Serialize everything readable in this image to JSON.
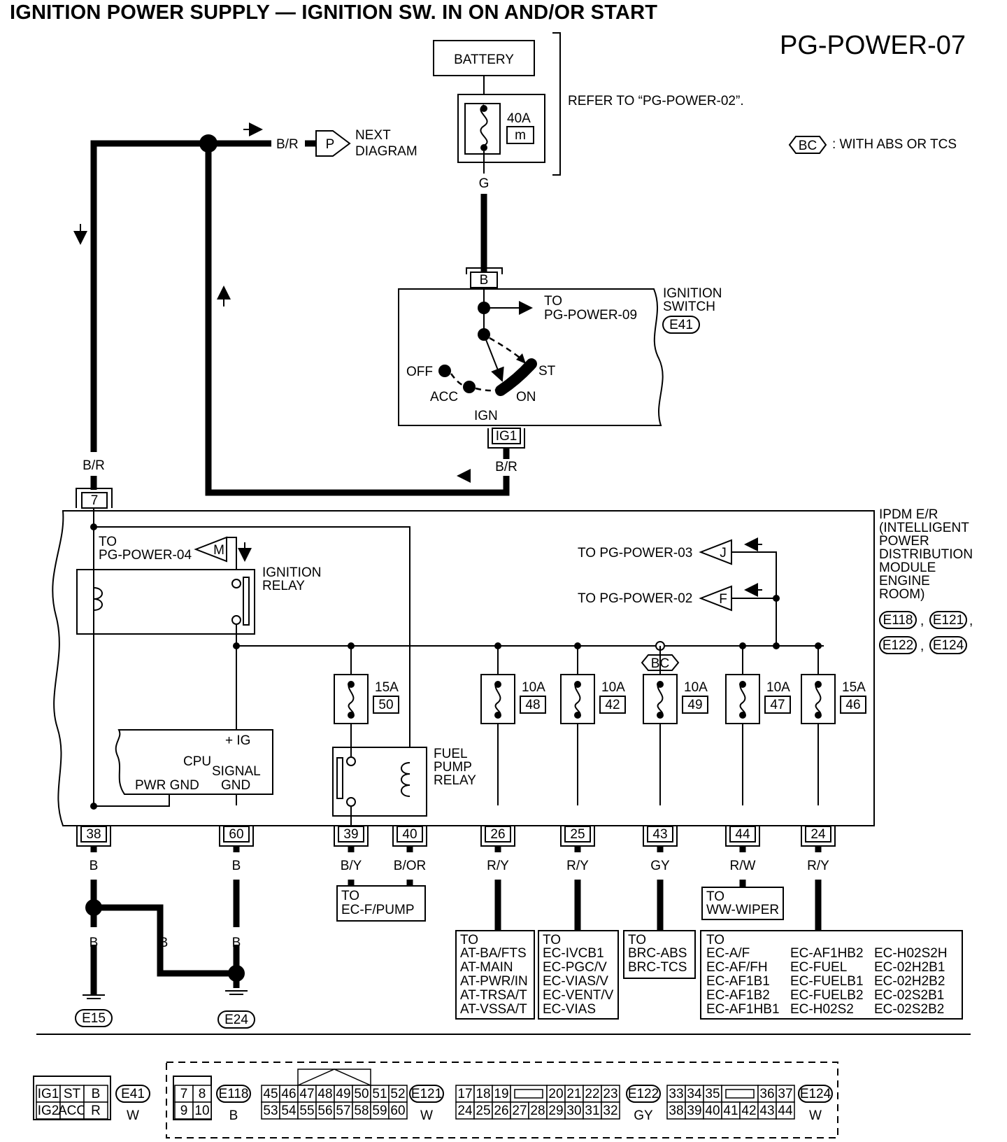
{
  "title": "IGNITION POWER SUPPLY — IGNITION SW. IN ON AND/OR START",
  "diagram_code": "PG-POWER-07",
  "legend": {
    "symbol": "BC",
    "text": ": WITH ABS OR TCS"
  },
  "battery": {
    "label": "BATTERY",
    "fuse_amp": "40A",
    "fuse_id": "m",
    "refer": "REFER TO “PG-POWER-02”.",
    "wire": "G"
  },
  "next_diagram": {
    "wire": "B/R",
    "connector": "P",
    "line1": "NEXT",
    "line2": "DIAGRAM"
  },
  "ignition_switch": {
    "line1": "IGNITION",
    "line2": "SWITCH",
    "connector": "E41",
    "terminal_in": "B",
    "terminal_out": "IG1",
    "to1": "TO",
    "to2": "PG-POWER-09",
    "positions": {
      "off": "OFF",
      "acc": "ACC",
      "ign": "IGN",
      "on": "ON",
      "st": "ST"
    },
    "wire_out": "B/R"
  },
  "left_wire": "B/R",
  "ipdm": {
    "lines": [
      "IPDM E/R",
      "(INTELLIGENT",
      "POWER",
      "DISTRIBUTION",
      "MODULE",
      "ENGINE",
      "ROOM)"
    ],
    "connectors": [
      "E118",
      "E121",
      "E122",
      "E124"
    ],
    "sep": ",",
    "terminal_7": "7",
    "to_power04_1": "TO",
    "to_power04_2": "PG-POWER-04",
    "conn_M": "M",
    "ign_relay_1": "IGNITION",
    "ign_relay_2": "RELAY",
    "to_power03": "TO PG-POWER-03",
    "conn_J": "J",
    "to_power02": "TO PG-POWER-02",
    "conn_F": "F",
    "cpu": {
      "ig": "+ IG",
      "cpu": "CPU",
      "signal": "SIGNAL",
      "pwr_gnd": "PWR GND",
      "gnd": "GND"
    },
    "fuel_relay": [
      "FUEL",
      "PUMP",
      "RELAY"
    ],
    "bc": "BC"
  },
  "fuses": [
    {
      "amp": "15A",
      "num": "50"
    },
    {
      "amp": "10A",
      "num": "48"
    },
    {
      "amp": "10A",
      "num": "42"
    },
    {
      "amp": "10A",
      "num": "49"
    },
    {
      "amp": "10A",
      "num": "47"
    },
    {
      "amp": "15A",
      "num": "46"
    }
  ],
  "terminals": [
    {
      "num": "38",
      "wire": "B"
    },
    {
      "num": "60",
      "wire": "B"
    },
    {
      "num": "39",
      "wire": "B/Y"
    },
    {
      "num": "40",
      "wire": "B/OR"
    },
    {
      "num": "26",
      "wire": "R/Y"
    },
    {
      "num": "25",
      "wire": "R/Y"
    },
    {
      "num": "43",
      "wire": "GY"
    },
    {
      "num": "44",
      "wire": "R/W"
    },
    {
      "num": "24",
      "wire": "R/Y"
    }
  ],
  "ground": {
    "w1": "B",
    "w2": "B",
    "w3": "B",
    "w4": "B",
    "g1": "E15",
    "g2": "E24"
  },
  "destinations": {
    "fpump": [
      "TO",
      "EC-F/PUMP"
    ],
    "wiper": [
      "TO",
      "WW-WIPER"
    ],
    "at": [
      "TO",
      "AT-BA/FTS",
      "AT-MAIN",
      "AT-PWR/IN",
      "AT-TRSA/T",
      "AT-VSSA/T"
    ],
    "ec1": [
      "TO",
      "EC-IVCB1",
      "EC-PGC/V",
      "EC-VIAS/V",
      "EC-VENT/V",
      "EC-VIAS"
    ],
    "brc": [
      "TO",
      "BRC-ABS",
      "BRC-TCS"
    ],
    "ec2_to": "TO",
    "ec2_col1": [
      "EC-A/F",
      "EC-AF/FH",
      "EC-AF1B1",
      "EC-AF1B2",
      "EC-AF1HB1"
    ],
    "ec2_col2": [
      "EC-AF1HB2",
      "EC-FUEL",
      "EC-FUELB1",
      "EC-FUELB2",
      "EC-H02S2"
    ],
    "ec2_col3": [
      "EC-H02S2H",
      "EC-02H2B1",
      "EC-02H2B2",
      "EC-02S2B1",
      "EC-02S2B2"
    ]
  },
  "connector_faces": {
    "e41": {
      "row1": [
        "IG1",
        "ST",
        "B"
      ],
      "row2": [
        "IG2",
        "ACC",
        "R"
      ],
      "id": "E41",
      "color": "W"
    },
    "e118": {
      "row1": [
        "7",
        "8"
      ],
      "row2": [
        "9",
        "10"
      ],
      "id": "E118",
      "color": "B"
    },
    "e121": {
      "row1": [
        "45",
        "46",
        "47",
        "48",
        "49",
        "50",
        "51",
        "52"
      ],
      "row2": [
        "53",
        "54",
        "55",
        "56",
        "57",
        "58",
        "59",
        "60"
      ],
      "id": "E121",
      "color": "W"
    },
    "e122": {
      "row1a": [
        "17",
        "18",
        "19"
      ],
      "row1b": [
        "20",
        "21",
        "22",
        "23"
      ],
      "row2": [
        "24",
        "25",
        "26",
        "27",
        "28",
        "29",
        "30",
        "31",
        "32"
      ],
      "id": "E122",
      "color": "GY"
    },
    "e124": {
      "row1a": [
        "33",
        "34",
        "35"
      ],
      "row1b": [
        "36",
        "37"
      ],
      "row2": [
        "38",
        "39",
        "40",
        "41",
        "42",
        "43",
        "44"
      ],
      "id": "E124",
      "color": "W"
    }
  }
}
